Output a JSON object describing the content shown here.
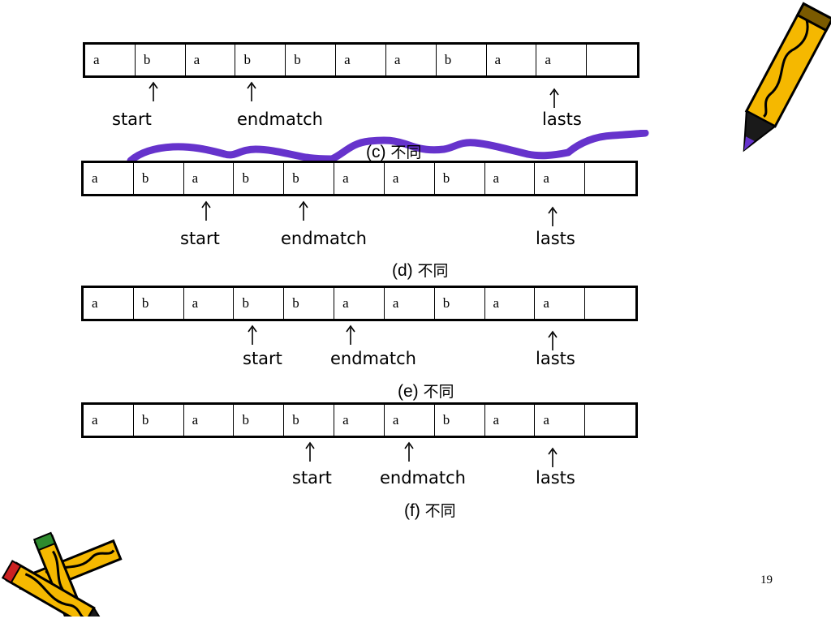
{
  "slide": {
    "page_number": "19"
  },
  "panels": [
    {
      "caption_letter": "(c)",
      "caption_text": "不同",
      "cells": [
        "a",
        "b",
        "a",
        "b",
        "b",
        "a",
        "a",
        "b",
        "a",
        "a",
        ""
      ],
      "pointers": [
        {
          "label": "start",
          "cell_index": 1
        },
        {
          "label": "endmatch",
          "cell_index": 3
        },
        {
          "label": "lasts",
          "cell_index": 9
        }
      ]
    },
    {
      "caption_letter": "(d)",
      "caption_text": "不同",
      "cells": [
        "a",
        "b",
        "a",
        "b",
        "b",
        "a",
        "a",
        "b",
        "a",
        "a",
        ""
      ],
      "pointers": [
        {
          "label": "start",
          "cell_index": 2
        },
        {
          "label": "endmatch",
          "cell_index": 4
        },
        {
          "label": "lasts",
          "cell_index": 9
        }
      ]
    },
    {
      "caption_letter": "(e)",
      "caption_text": "不同",
      "cells": [
        "a",
        "b",
        "a",
        "b",
        "b",
        "a",
        "a",
        "b",
        "a",
        "a",
        ""
      ],
      "pointers": [
        {
          "label": "start",
          "cell_index": 3
        },
        {
          "label": "endmatch",
          "cell_index": 5
        },
        {
          "label": "lasts",
          "cell_index": 9
        }
      ]
    },
    {
      "caption_letter": "(f)",
      "caption_text": "不同",
      "cells": [
        "a",
        "b",
        "a",
        "b",
        "b",
        "a",
        "a",
        "b",
        "a",
        "a",
        ""
      ],
      "pointers": [
        {
          "label": "start",
          "cell_index": 4
        },
        {
          "label": "endmatch",
          "cell_index": 6
        },
        {
          "label": "lasts",
          "cell_index": 9
        }
      ]
    }
  ],
  "colors": {
    "wavy_line": "#6633cc",
    "pencil_body": "#f5b800",
    "pencil_outline": "#000000"
  },
  "icons": {
    "top_right": "pencil-icon",
    "bottom_left": "crossed-pencils-icon"
  }
}
